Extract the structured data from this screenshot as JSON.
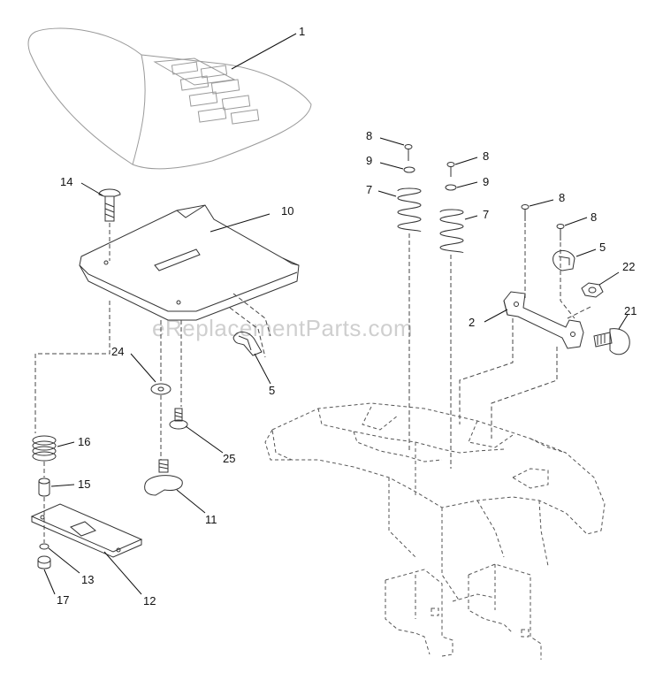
{
  "watermark": "eReplacementParts.com",
  "labels": {
    "l1": "1",
    "l14": "14",
    "l10": "10",
    "l24": "24",
    "l5a": "5",
    "l25": "25",
    "l11": "11",
    "l16": "16",
    "l15": "15",
    "l13": "13",
    "l17": "17",
    "l12": "12",
    "l8a": "8",
    "l9a": "9",
    "l7a": "7",
    "l8b": "8",
    "l9b": "9",
    "l7b": "7",
    "l8c": "8",
    "l8d": "8",
    "l5b": "5",
    "l22": "22",
    "l2": "2",
    "l21": "21"
  }
}
